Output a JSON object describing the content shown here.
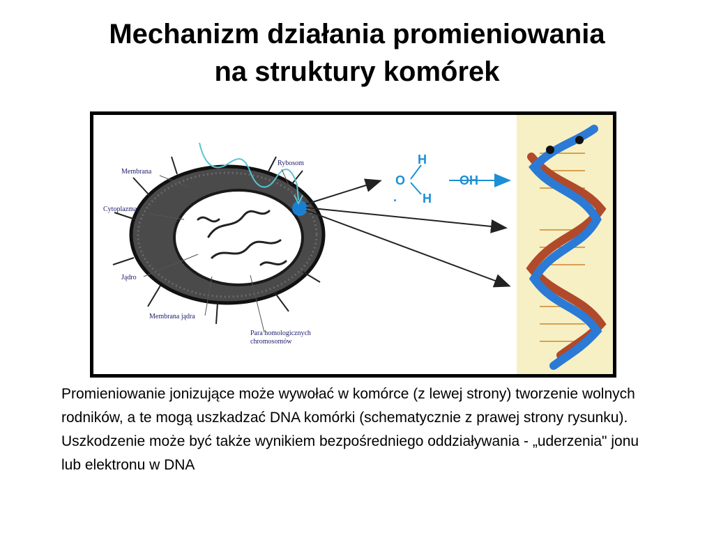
{
  "title": {
    "line1": "Mechanizm działania promieniowania",
    "line2": "na struktury komórek"
  },
  "diagram": {
    "labels": {
      "membrana": "Membrana",
      "rybosom": "Rybosom",
      "cytoplazma": "Cytoplazma",
      "jadro": "Jądro",
      "membrana_jadra": "Membrana jądra",
      "para_line1": "Para homologicznych",
      "para_line2": "chromosomów"
    },
    "chemistry": {
      "h_top": "H",
      "o": "O",
      "h_bottom": "H",
      "oh": "OH",
      "dot": "."
    },
    "colors": {
      "radiation": "#58c4d4",
      "ribosome": "#1b7fd1",
      "dna_blue": "#2b7ad6",
      "dna_brown": "#b04a2a",
      "dna_background": "#f7f0c4",
      "chem_text": "#1c8fd6"
    }
  },
  "caption": "Promieniowanie jonizujące może wywołać w komórce (z lewej strony) tworzenie wolnych rodników, a te mogą uszkadzać DNA komórki (schematycznie z prawej strony rysunku). Uszkodzenie może być także wynikiem bezpośredniego oddziaływania - „uderzenia\" jonu lub elektronu w DNA"
}
